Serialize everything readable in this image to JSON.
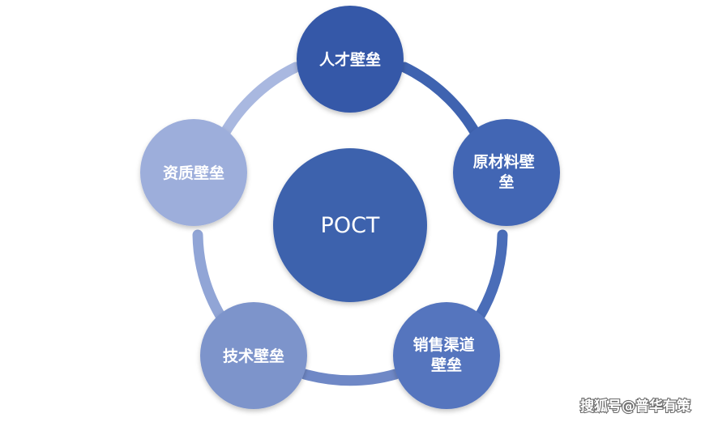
{
  "center": {
    "label": "POCT",
    "color": "#3e62ad"
  },
  "nodes": [
    {
      "id": "talent",
      "lines": [
        "人才壁垒"
      ],
      "color": "#3458a8"
    },
    {
      "id": "raw-material",
      "lines": [
        "原材料壁",
        "垒"
      ],
      "color": "#4366b4"
    },
    {
      "id": "sales-channel",
      "lines": [
        "销售渠道",
        "壁垒"
      ],
      "color": "#5575be"
    },
    {
      "id": "technology",
      "lines": [
        "技术壁垒"
      ],
      "color": "#7d94cb"
    },
    {
      "id": "qualification",
      "lines": [
        "资质壁垒"
      ],
      "color": "#9daedb"
    }
  ],
  "ring": {
    "color_start": "#3458a8",
    "color_end": "#aebde3"
  },
  "watermark": {
    "text": "搜狐号@普华有策"
  }
}
